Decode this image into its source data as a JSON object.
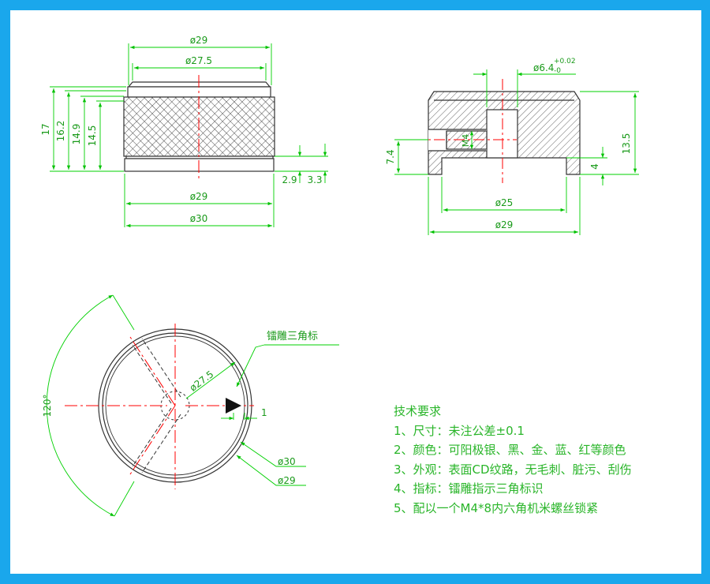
{
  "colors": {
    "frame": "#1aa7ec",
    "dimension": "#00d000",
    "dimension_text": "#1a9a1a",
    "centerline": "#ff0000",
    "part_line": "#333333",
    "hatch": "#555555",
    "notes": "#29b529"
  },
  "front_view": {
    "dim_top_outer": "ø29",
    "dim_top_inner": "ø27.5",
    "dim_bottom_29": "ø29",
    "dim_bottom_30": "ø30",
    "dim_h17": "17",
    "dim_h16_2": "16.2",
    "dim_h14_9": "14.9",
    "dim_h14_5": "14.5",
    "dim_2_9": "2.9",
    "dim_3_3": "3.3"
  },
  "section_view": {
    "dim_hole": "ø6.4",
    "dim_hole_tol_upper": "+0.02",
    "dim_hole_tol_lower": "-0",
    "dim_m4": "M4",
    "dim_7_4": "7.4",
    "dim_13_5": "13.5",
    "dim_4": "4",
    "dim_25": "ø25",
    "dim_29": "ø29"
  },
  "top_view": {
    "callout_engrave": "镭雕三角标",
    "dim_27_5": "ø27.5",
    "dim_30": "ø30",
    "dim_29": "ø29",
    "dim_angle": "120°",
    "dim_1": "1"
  },
  "notes": {
    "title": "技术要求",
    "items": [
      "1、尺寸：未注公差±0.1",
      "2、颜色：可阳极银、黑、金、蓝、红等颜色",
      "3、外观：表面CD纹路，无毛刺、脏污、刮伤",
      "4、指标：镭雕指示三角标识",
      "5、配以一个M4*8内六角机米螺丝锁紧"
    ]
  }
}
